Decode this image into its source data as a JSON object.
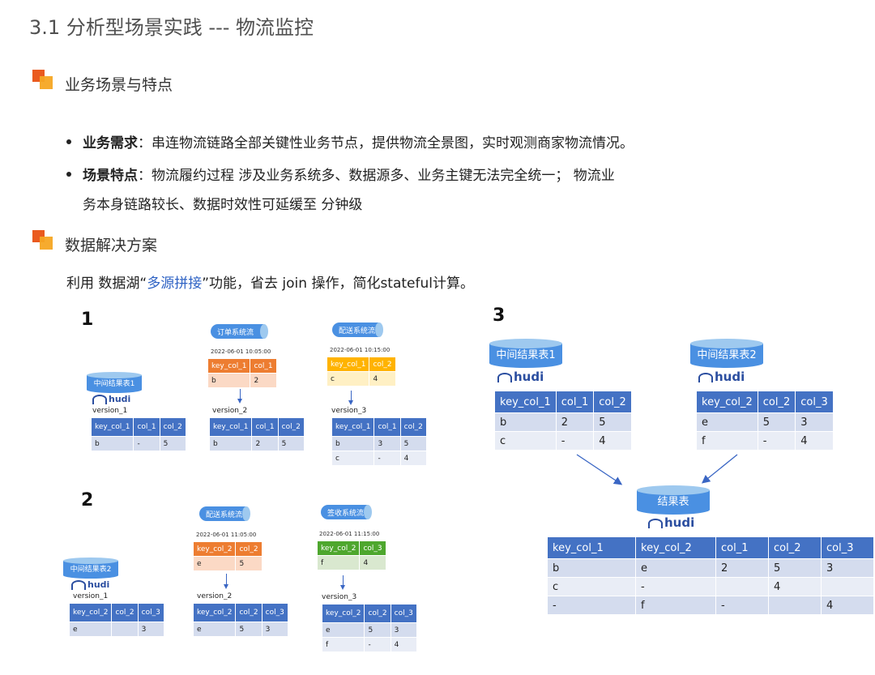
{
  "page": {
    "title": "3.1 分析型场景实践 --- 物流监控",
    "section1": "业务场景与特点",
    "bullet1_label": "业务需求",
    "bullet1_text": "：串连物流链路全部关键性业务节点，提供物流全景图，实时观测商家物流情况。",
    "bullet2_label": "场景特点",
    "bullet2_text": "：物流履约过程 涉及业务系统多、数据源多、业务主键无法完全统一； 物流业",
    "bullet2_cont": "务本身链路较长、数据时效性可延缓至 分钟级",
    "section2": "数据解决方案",
    "solution_pre": "利用 数据湖“",
    "solution_hl": "多源拼接",
    "solution_post": "”功能，省去 join 操作，简化stateful计算。"
  },
  "labels": {
    "n1": "1",
    "n2": "2",
    "n3": "3",
    "mid1": "中间结果表1",
    "mid2": "中间结果表2",
    "result": "结果表",
    "order_stream": "订单系统流",
    "delivery_stream": "配送系统流",
    "sign_stream": "签收系统流",
    "hudi": "hudi",
    "v1": "version_1",
    "v2": "version_2",
    "v3": "version_3",
    "ts1": "2022-06-01 10:05:00",
    "ts2": "2022-06-01 10:15:00",
    "ts3": "2022-06-01 11:05:00",
    "ts4": "2022-06-01 11:15:00"
  },
  "d1": {
    "t1": {
      "h": [
        "key_col_1",
        "col_1",
        "col_2"
      ],
      "r": [
        [
          "b",
          "-",
          "5"
        ]
      ]
    },
    "s1": {
      "h": [
        "key_col_1",
        "col_1"
      ],
      "r": [
        [
          "b",
          "2"
        ]
      ]
    },
    "t2": {
      "h": [
        "key_col_1",
        "col_1",
        "col_2"
      ],
      "r": [
        [
          "b",
          "2",
          "5"
        ]
      ]
    },
    "s2": {
      "h": [
        "key_col_1",
        "col_2"
      ],
      "r": [
        [
          "c",
          "4"
        ]
      ]
    },
    "t3": {
      "h": [
        "key_col_1",
        "col_1",
        "col_2"
      ],
      "r": [
        [
          "b",
          "3",
          "5"
        ],
        [
          "c",
          "-",
          "4"
        ]
      ]
    }
  },
  "d2": {
    "t1": {
      "h": [
        "key_col_2",
        "col_2",
        "col_3"
      ],
      "r": [
        [
          "e",
          "",
          "3"
        ]
      ]
    },
    "s1": {
      "h": [
        "key_col_2",
        "col_2"
      ],
      "r": [
        [
          "e",
          "5"
        ]
      ]
    },
    "t2": {
      "h": [
        "key_col_2",
        "col_2",
        "col_3"
      ],
      "r": [
        [
          "e",
          "5",
          "3"
        ]
      ]
    },
    "s2": {
      "h": [
        "key_col_2",
        "col_3"
      ],
      "r": [
        [
          "f",
          "4"
        ]
      ]
    },
    "t3": {
      "h": [
        "key_col_2",
        "col_2",
        "col_3"
      ],
      "r": [
        [
          "e",
          "5",
          "3"
        ],
        [
          "f",
          "-",
          "4"
        ]
      ]
    }
  },
  "d3": {
    "m1": {
      "h": [
        "key_col_1",
        "col_1",
        "col_2"
      ],
      "r": [
        [
          "b",
          "2",
          "5"
        ],
        [
          "c",
          "-",
          "4"
        ]
      ]
    },
    "m2": {
      "h": [
        "key_col_2",
        "col_2",
        "col_3"
      ],
      "r": [
        [
          "e",
          "5",
          "3"
        ],
        [
          "f",
          "-",
          "4"
        ]
      ]
    },
    "res": {
      "h": [
        "key_col_1",
        "key_col_2",
        "col_1",
        "col_2",
        "col_3"
      ],
      "r": [
        [
          "b",
          "e",
          "2",
          "5",
          "3"
        ],
        [
          "c",
          "-",
          "",
          "4",
          ""
        ],
        [
          "-",
          "f",
          "-",
          "",
          "4"
        ]
      ]
    }
  },
  "colors": {
    "orange": "#ea5a1e",
    "amber": "#f5a623",
    "blue": "#4472c4",
    "highlight": "#2e62c4",
    "red": "#e02020"
  }
}
